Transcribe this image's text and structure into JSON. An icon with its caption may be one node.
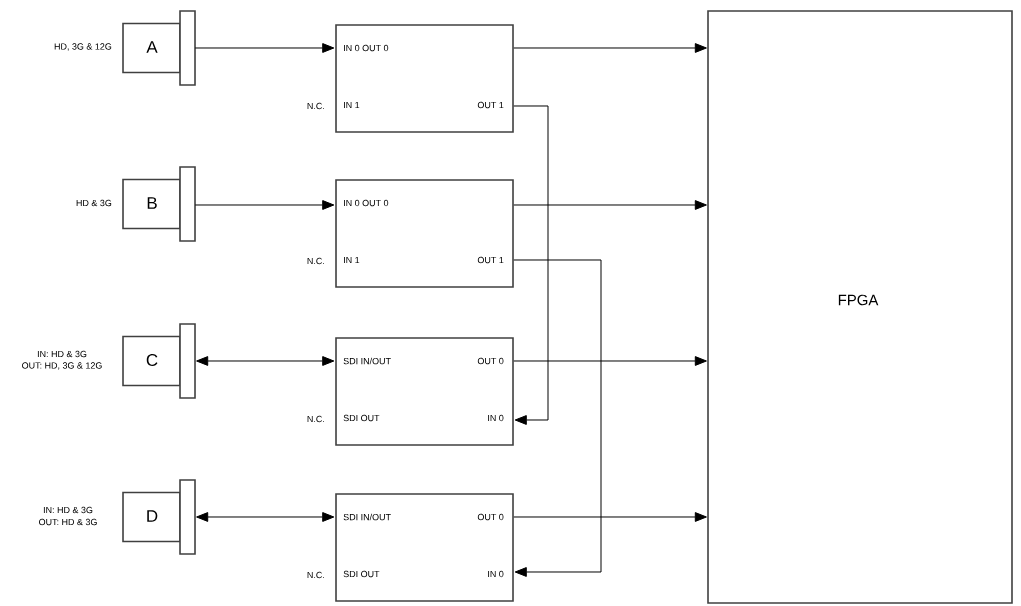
{
  "diagram": {
    "nodes": [
      {
        "text": [
          "A"
        ],
        "beside": [
          "HD, 3G & 12G"
        ]
      },
      {
        "text": [
          "B"
        ],
        "beside": [
          "HD & 3G"
        ]
      },
      {
        "text": [
          "C"
        ],
        "beside": [
          "IN: HD & 3G",
          "OUT: HD, 3G & 12G"
        ]
      },
      {
        "text": [
          "D"
        ],
        "beside": [
          "IN: HD & 3G",
          "OUT: HD & 3G"
        ]
      },
      {
        "text": [
          "IN 0 OUT 0",
          "IN 1",
          "OUT 1"
        ],
        "beside": [
          "N.C."
        ]
      },
      {
        "text": [
          "IN 0 OUT 0",
          "IN 1",
          "OUT 1"
        ],
        "beside": [
          "N.C."
        ]
      },
      {
        "text": [
          "SDI IN/OUT",
          "OUT 0",
          "SDI OUT",
          "IN 0"
        ],
        "beside": [
          "N.C."
        ]
      },
      {
        "text": [
          "SDI IN/OUT",
          "OUT 0",
          "SDI OUT",
          "IN 0"
        ],
        "beside": [
          "N.C."
        ]
      },
      {
        "text": [
          "FPGA"
        ]
      }
    ],
    "edges": [
      {
        "from": 0,
        "to": 4,
        "arrow": "to"
      },
      {
        "from": 1,
        "to": 5,
        "arrow": "to"
      },
      {
        "from": 2,
        "to": 6,
        "arrow": "both"
      },
      {
        "from": 3,
        "to": 7,
        "arrow": "both"
      },
      {
        "from": 4,
        "to": 8,
        "arrow": "to"
      },
      {
        "from": 5,
        "to": 8,
        "arrow": "to"
      },
      {
        "from": 6,
        "to": 8,
        "arrow": "to"
      },
      {
        "from": 7,
        "to": 8,
        "arrow": "to"
      },
      {
        "from": 4,
        "to": 6,
        "arrow": "to"
      },
      {
        "from": 5,
        "to": 7,
        "arrow": "to"
      }
    ]
  }
}
